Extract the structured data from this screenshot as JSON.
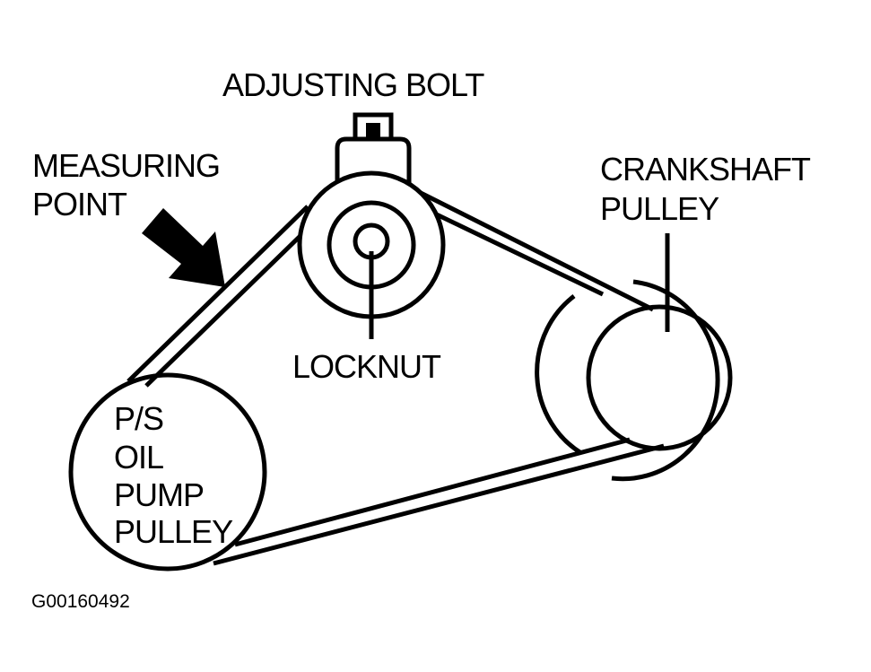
{
  "labels": {
    "adjusting_bolt": "ADJUSTING BOLT",
    "measuring_point": [
      "MEASURING",
      "POINT"
    ],
    "crankshaft_pulley": [
      "CRANKSHAFT",
      "PULLEY"
    ],
    "locknut": "LOCKNUT",
    "ps_pump_pulley": [
      "P/S",
      "OIL",
      "PUMP",
      "PULLEY"
    ]
  },
  "figure_code": "G00160492",
  "colors": {
    "ink": "#000000",
    "paper": "#ffffff"
  }
}
